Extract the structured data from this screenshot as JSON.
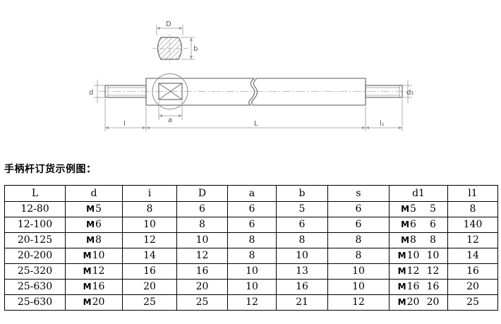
{
  "drawing": {
    "labels": {
      "d": "d",
      "D": "D",
      "b": "b",
      "d1": "d₁",
      "l": "l",
      "a": "a",
      "L": "L",
      "l1": "l₁"
    }
  },
  "caption": "手柄杆订货示例图：",
  "thread_symbol": "M",
  "table": {
    "headers": [
      "L",
      "d",
      "i",
      "D",
      "a",
      "b",
      "s",
      "d1",
      "l1"
    ],
    "rows": [
      {
        "L": "12-80",
        "d": "5",
        "i": "8",
        "D": "6",
        "a": "6",
        "b": "5",
        "s": "6",
        "d1": "5",
        "d1_val": "5",
        "l1": "8"
      },
      {
        "L": "12-100",
        "d": "6",
        "i": "10",
        "D": "8",
        "a": "6",
        "b": "6",
        "s": "6",
        "d1": "6",
        "d1_val": "6",
        "l1": "140"
      },
      {
        "L": "20-125",
        "d": "8",
        "i": "12",
        "D": "10",
        "a": "8",
        "b": "8",
        "s": "8",
        "d1": "8",
        "d1_val": "8",
        "l1": "12"
      },
      {
        "L": "20-200",
        "d": "10",
        "i": "14",
        "D": "12",
        "a": "8",
        "b": "10",
        "s": "8",
        "d1": "10",
        "d1_val": "10",
        "l1": "14"
      },
      {
        "L": "25-320",
        "d": "12",
        "i": "16",
        "D": "16",
        "a": "10",
        "b": "13",
        "s": "10",
        "d1": "12",
        "d1_val": "12",
        "l1": "16"
      },
      {
        "L": "25-630",
        "d": "16",
        "i": "20",
        "D": "20",
        "a": "10",
        "b": "16",
        "s": "10",
        "d1": "16",
        "d1_val": "16",
        "l1": "20"
      },
      {
        "L": "25-630",
        "d": "20",
        "i": "25",
        "D": "25",
        "a": "12",
        "b": "21",
        "s": "12",
        "d1": "20",
        "d1_val": "20",
        "l1": "25"
      }
    ]
  }
}
